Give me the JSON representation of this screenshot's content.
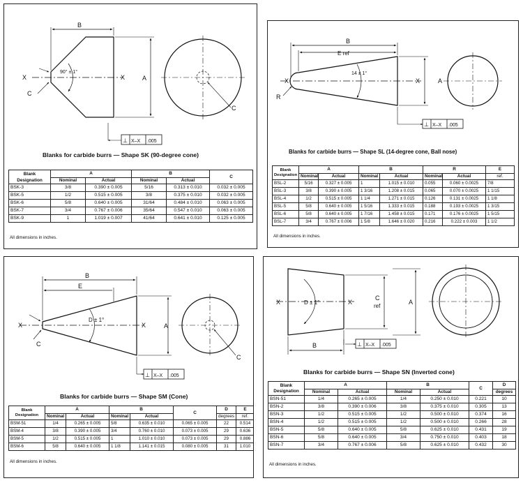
{
  "labels": {
    "B": "B",
    "A": "A",
    "X": "X",
    "C": "C",
    "E": "E",
    "R": "R",
    "eref": "E ref",
    "cref_c": "C",
    "cref_ref": "ref",
    "angle_sk": "90° ± 1°",
    "angle_sl": "14 ± 1°",
    "angle_sm": "D ± 1°",
    "angle_sn": "D ± 1°",
    "perp": "⊥",
    "xx": "X–X",
    "tol": ".005"
  },
  "note": "All dimensions in inches.",
  "sk": {
    "caption": "Blanks for carbide burrs — Shape SK (90-degree cone)",
    "headers": {
      "designation": "Blank Designation",
      "a": "A",
      "b": "B",
      "c": "C",
      "nominal": "Nominal",
      "actual": "Actual"
    },
    "rows": [
      {
        "d": "BSK-3",
        "an": "3/8",
        "aa": "0.390 ± 0.005",
        "bn": "5/16",
        "ba": "0.313 ± 0.010",
        "c": "0.032 ± 0.005"
      },
      {
        "d": "BSK-5",
        "an": "1/2",
        "aa": "0.515 ± 0.005",
        "bn": "3/8",
        "ba": "0.375 ± 0.010",
        "c": "0.032 ± 0.005"
      },
      {
        "d": "BSK-6",
        "an": "5/8",
        "aa": "0.640 ± 0.005",
        "bn": "31/64",
        "ba": "0.484 ± 0.010",
        "c": "0.063 ± 0.005"
      },
      {
        "d": "BSK-7",
        "an": "3/4",
        "aa": "0.767 ± 0.006",
        "bn": "35/64",
        "ba": "0.547 ± 0.010",
        "c": "0.063 ± 0.005"
      },
      {
        "d": "BSK-9",
        "an": "1",
        "aa": "1.019 ± 0.007",
        "bn": "41/64",
        "ba": "0.641 ± 0.010",
        "c": "0.125 ± 0.005"
      }
    ]
  },
  "sl": {
    "caption": "Blanks for carbide burrs — Shape SL (14-degree cone, Ball nose)",
    "headers": {
      "designation": "Blank Designation",
      "a": "A",
      "b": "B",
      "r": "R",
      "e": "E",
      "nominal": "Nominal",
      "actual": "Actual",
      "ref": "ref."
    },
    "rows": [
      {
        "d": "BSL-2",
        "an": "5/16",
        "aa": "0.327 ± 0.005",
        "bn": "1",
        "ba": "1.015 ± 0.010",
        "rn": "0.055",
        "ra": "0.060 ± 0.0025",
        "e": "7/8"
      },
      {
        "d": "BSL-3",
        "an": "3/8",
        "aa": "0.390 ± 0.005",
        "bn": "1 3/16",
        "ba": "1.208 ± 0.015",
        "rn": "0.065",
        "ra": "0.070 ± 0.0025",
        "e": "1 1/15"
      },
      {
        "d": "BSL-4",
        "an": "1/2",
        "aa": "0.515 ± 0.005",
        "bn": "1 1/4",
        "ba": "1.271 ± 0.015",
        "rn": "0.126",
        "ra": "0.131 ± 0.0025",
        "e": "1 1/8"
      },
      {
        "d": "BSL-5",
        "an": "5/8",
        "aa": "0.640 ± 0.005",
        "bn": "1 5/16",
        "ba": "1.333 ± 0.015",
        "rn": "0.188",
        "ra": "0.193 ± 0.0025",
        "e": "1 3/15"
      },
      {
        "d": "BSL-6",
        "an": "5/8",
        "aa": "0.640 ± 0.005",
        "bn": "1 7/16",
        "ba": "1.458 ± 0.015",
        "rn": "0.171",
        "ra": "0.176 ± 0.0025",
        "e": "1 5/15"
      },
      {
        "d": "BSL-7",
        "an": "3/4",
        "aa": "0.767 ± 0.006",
        "bn": "1 5/8",
        "ba": "1.646 ± 0.020",
        "rn": "0.216",
        "ra": "0.222 ± 0.003",
        "e": "1 1/2"
      }
    ]
  },
  "sm": {
    "caption": "Blanks for carbide burrs — Shape SM (Cone)",
    "headers": {
      "designation": "Blank Designation",
      "a": "A",
      "b": "B",
      "c": "C",
      "d": "D",
      "e": "E",
      "nominal": "Nominal",
      "actual": "Actual",
      "degrees": "degrees",
      "ref": "ref."
    },
    "rows": [
      {
        "d": "BSM-51",
        "an": "1/4",
        "aa": "0.265 ± 0.005",
        "bn": "5/8",
        "ba": "0.635 ± 0.010",
        "c": "0.065 ± 0.005",
        "dg": "22",
        "e": "0.514"
      },
      {
        "d": "BSM-4",
        "an": "3/8",
        "aa": "0.390 ± 0.005",
        "bn": "3/4",
        "ba": "0.760 ± 0.010",
        "c": "0.073 ± 0.005",
        "dg": "29",
        "e": "0.636"
      },
      {
        "d": "BSM-5",
        "an": "1/2",
        "aa": "0.515 ± 0.005",
        "bn": "1",
        "ba": "1.010 ± 0.010",
        "c": "0.073 ± 0.005",
        "dg": "29",
        "e": "0.886"
      },
      {
        "d": "BSM-6",
        "an": "5/8",
        "aa": "0.640 ± 0.005",
        "bn": "1 1/8",
        "ba": "1.141 ± 0.015",
        "c": "0.080 ± 0.005",
        "dg": "31",
        "e": "1.010"
      }
    ]
  },
  "sn": {
    "caption": "Blanks for carbide burrs — Shape SN (Inverted cone)",
    "headers": {
      "designation": "Blank Designation",
      "a": "A",
      "b": "B",
      "c": "C",
      "d": "D",
      "nominal": "Nominal",
      "actual": "Actual",
      "degrees": "degrees"
    },
    "rows": [
      {
        "d": "BSN-51",
        "an": "1/4",
        "aa": "0.265 ± 0.005",
        "bn": "1/4",
        "ba": "0.250 ± 0.010",
        "c": "0.221",
        "dg": "10"
      },
      {
        "d": "BSN-2",
        "an": "3/8",
        "aa": "0.390 ± 0.006",
        "bn": "3/8",
        "ba": "0.375 ± 0.010",
        "c": "0.305",
        "dg": "13"
      },
      {
        "d": "BSN-3",
        "an": "1/2",
        "aa": "0.515 ± 0.005",
        "bn": "1/2",
        "ba": "0.500 ± 0.010",
        "c": "0.374",
        "dg": "16"
      },
      {
        "d": "BSN-4",
        "an": "1/2",
        "aa": "0.515 ± 0.005",
        "bn": "1/2",
        "ba": "0.500 ± 0.010",
        "c": "0.266",
        "dg": "28"
      },
      {
        "d": "BSN-5",
        "an": "5/8",
        "aa": "0.640 ± 0.005",
        "bn": "5/8",
        "ba": "0.625 ± 0.010",
        "c": "0.431",
        "dg": "19"
      },
      {
        "d": "BSN-6",
        "an": "5/8",
        "aa": "0.640 ± 0.005",
        "bn": "3/4",
        "ba": "0.750 ± 0.010",
        "c": "0.403",
        "dg": "18"
      },
      {
        "d": "BSN-7",
        "an": "3/4",
        "aa": "0.767 ± 0.006",
        "bn": "5/8",
        "ba": "0.625 ± 0.010",
        "c": "0.432",
        "dg": "30"
      }
    ]
  }
}
